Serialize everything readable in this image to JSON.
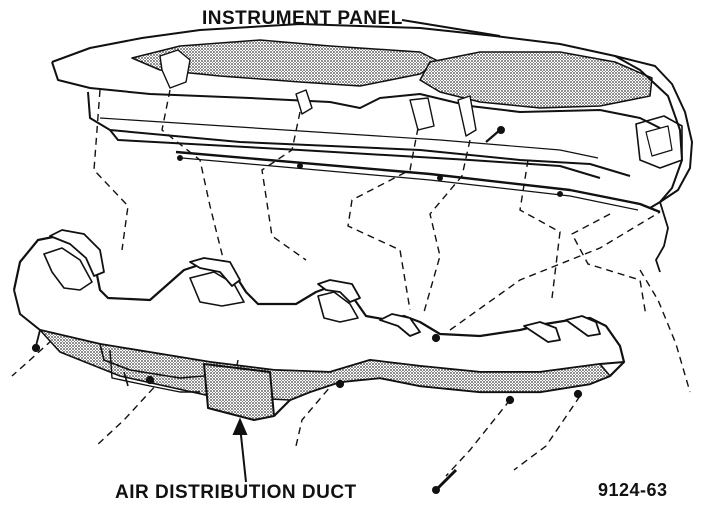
{
  "labels": {
    "instrument_panel": "INSTRUMENT PANEL",
    "air_distribution_duct": "AIR DISTRIBUTION DUCT",
    "figure_number": "9124-63"
  },
  "colors": {
    "ink": "#111111",
    "paper": "#ffffff",
    "stipple": "#9a9a9a"
  }
}
